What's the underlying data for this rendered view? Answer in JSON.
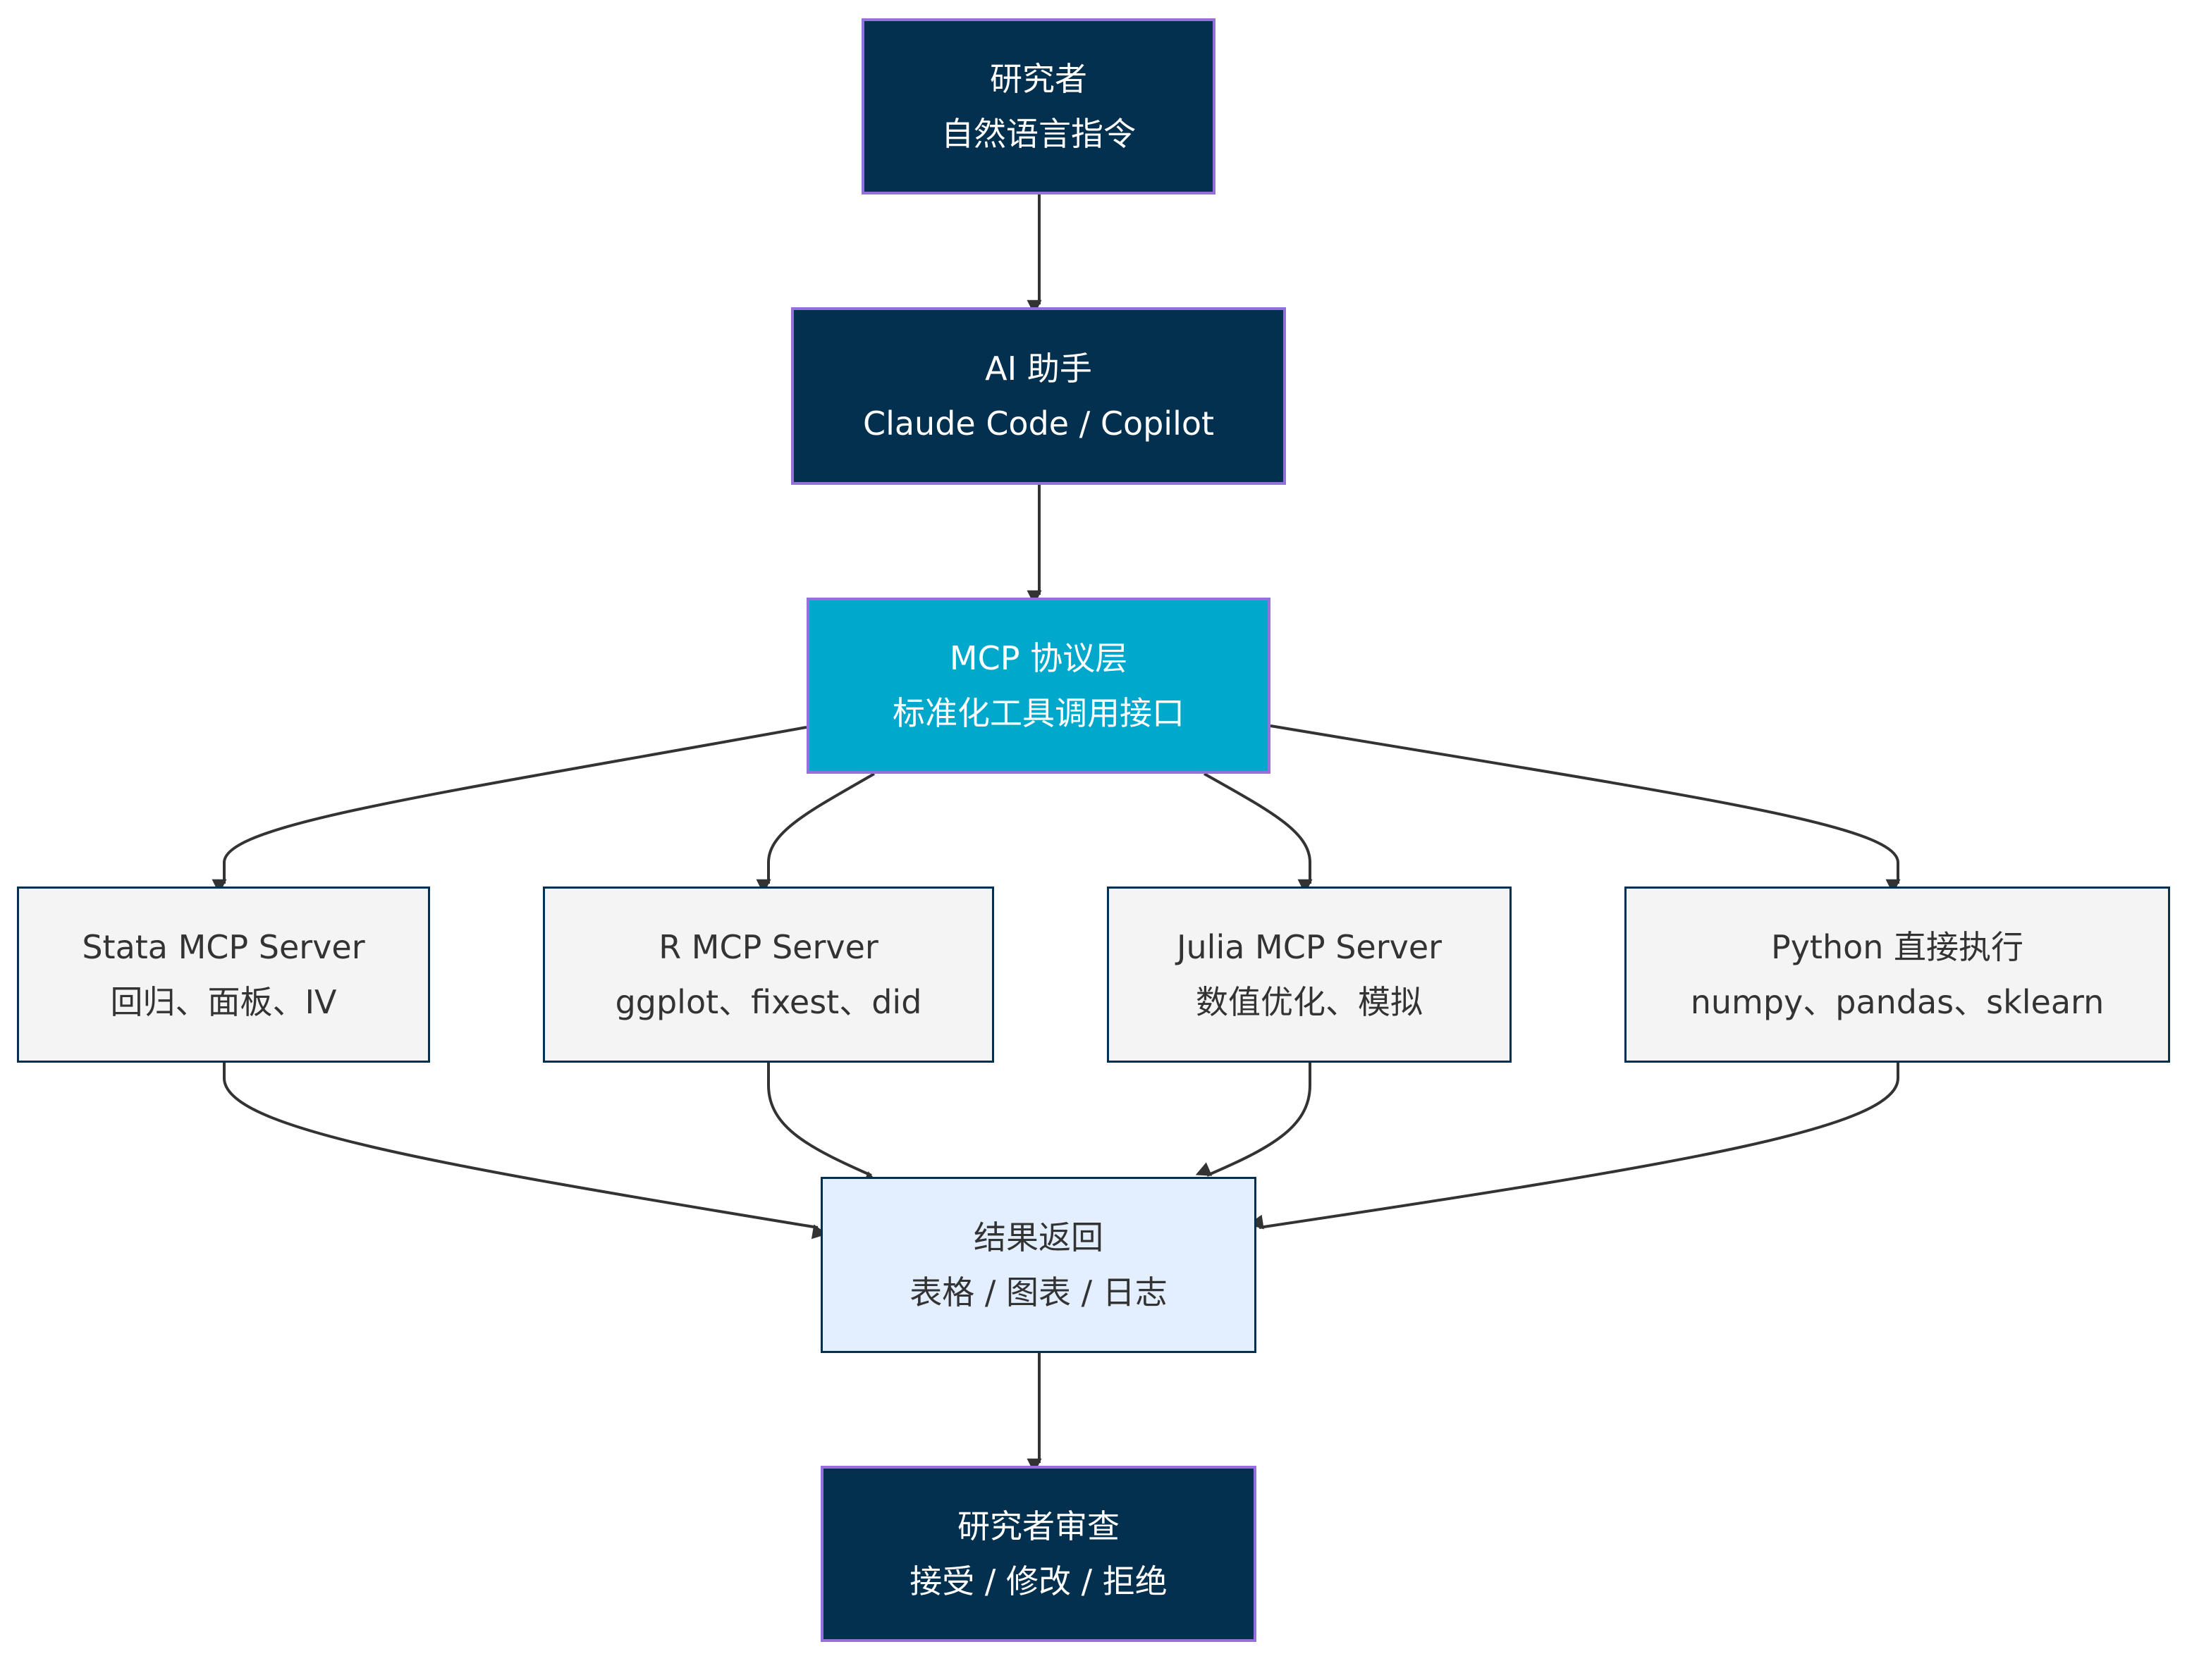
{
  "diagram": {
    "type": "flowchart",
    "direction": "top-down",
    "colors": {
      "dark_fill": "#03304f",
      "dark_border": "#9370db",
      "mcp_fill": "#00a8cc",
      "tool_fill": "#f4f4f4",
      "tool_border": "#03304f",
      "result_fill": "#e3efff",
      "edge": "#333333"
    },
    "nodes": {
      "researcher": {
        "line1": "研究者",
        "line2": "自然语言指令"
      },
      "ai": {
        "line1": "AI 助手",
        "line2": "Claude Code / Copilot"
      },
      "mcp": {
        "line1": "MCP 协议层",
        "line2": "标准化工具调用接口"
      },
      "stata": {
        "line1": "Stata MCP Server",
        "line2": "回归、面板、IV"
      },
      "r": {
        "line1": "R MCP Server",
        "line2": "ggplot、fixest、did"
      },
      "julia": {
        "line1": "Julia MCP Server",
        "line2": "数值优化、模拟"
      },
      "python": {
        "line1": "Python 直接执行",
        "line2": "numpy、pandas、sklearn"
      },
      "result": {
        "line1": "结果返回",
        "line2": "表格 / 图表 / 日志"
      },
      "review": {
        "line1": "研究者审查",
        "line2": "接受 / 修改 / 拒绝"
      }
    },
    "edges": [
      [
        "researcher",
        "ai"
      ],
      [
        "ai",
        "mcp"
      ],
      [
        "mcp",
        "stata"
      ],
      [
        "mcp",
        "r"
      ],
      [
        "mcp",
        "julia"
      ],
      [
        "mcp",
        "python"
      ],
      [
        "stata",
        "result"
      ],
      [
        "r",
        "result"
      ],
      [
        "julia",
        "result"
      ],
      [
        "python",
        "result"
      ],
      [
        "result",
        "review"
      ]
    ]
  }
}
